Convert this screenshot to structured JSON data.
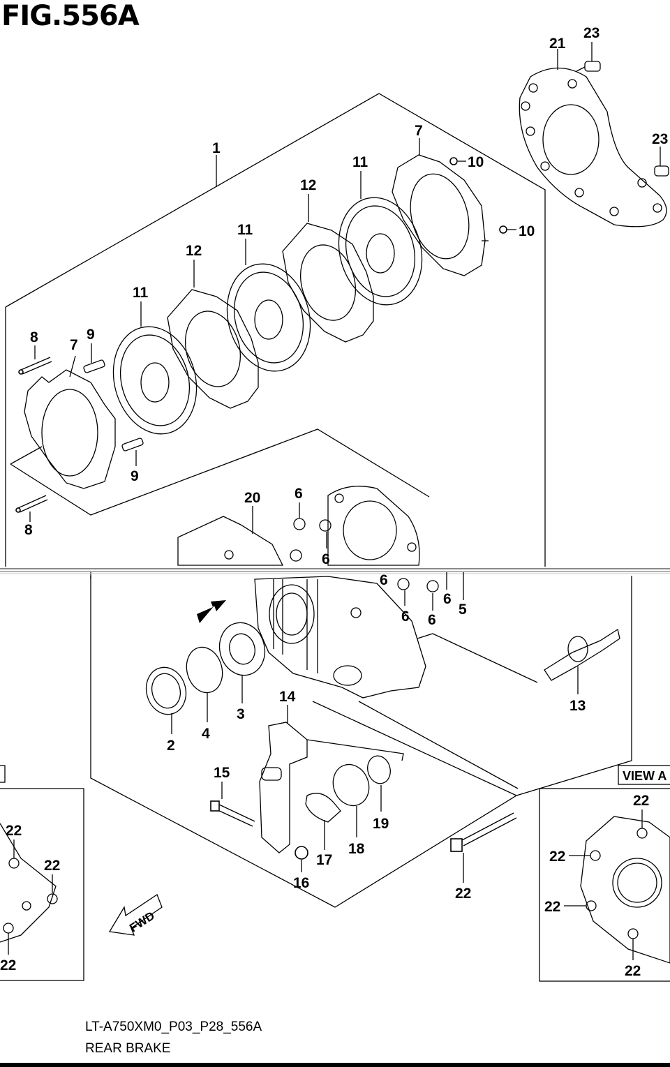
{
  "figure": {
    "title": "FIG.556A",
    "drawing_code": "LT-A750XM0_P03_P28_556A",
    "name": "REAR BRAKE"
  },
  "callouts": {
    "c1": "1",
    "c2": "2",
    "c3": "3",
    "c4": "4",
    "c5": "5",
    "c6a": "6",
    "c6b": "6",
    "c6c": "6",
    "c6d": "6",
    "c6e": "6",
    "c6f": "6",
    "c7a": "7",
    "c7b": "7",
    "c8a": "8",
    "c8b": "8",
    "c9a": "9",
    "c9b": "9",
    "c10a": "10",
    "c10b": "10",
    "c11a": "11",
    "c11b": "11",
    "c11c": "11",
    "c12a": "12",
    "c12b": "12",
    "c13": "13",
    "c14": "14",
    "c15": "15",
    "c16": "16",
    "c17": "17",
    "c18": "18",
    "c19": "19",
    "c20": "20",
    "c21": "21",
    "c22a": "22",
    "c22b": "22",
    "c22c": "22",
    "c22d": "22",
    "c22e": "22",
    "c22f": "22",
    "c22g": "22",
    "c22h": "22",
    "c23a": "23",
    "c23b": "23"
  },
  "view_label": "VIEW A",
  "direction_label": "FWD"
}
